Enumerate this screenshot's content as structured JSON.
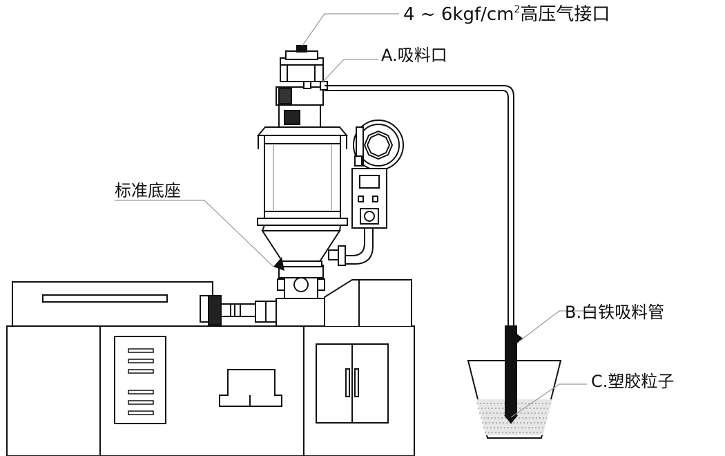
{
  "labels": {
    "air_inlet_prefix": "4 ~ 6kgf/cm",
    "air_inlet_sup": "2",
    "air_inlet_suffix": "高压气接口",
    "suction_inlet": "A.吸料口",
    "standard_base": "标准底座",
    "suction_pipe": "B.白铁吸料管",
    "plastic_pellets": "C.塑胶粒子"
  },
  "colors": {
    "line": "#111111",
    "background": "#ffffff",
    "grey": "#999999"
  }
}
